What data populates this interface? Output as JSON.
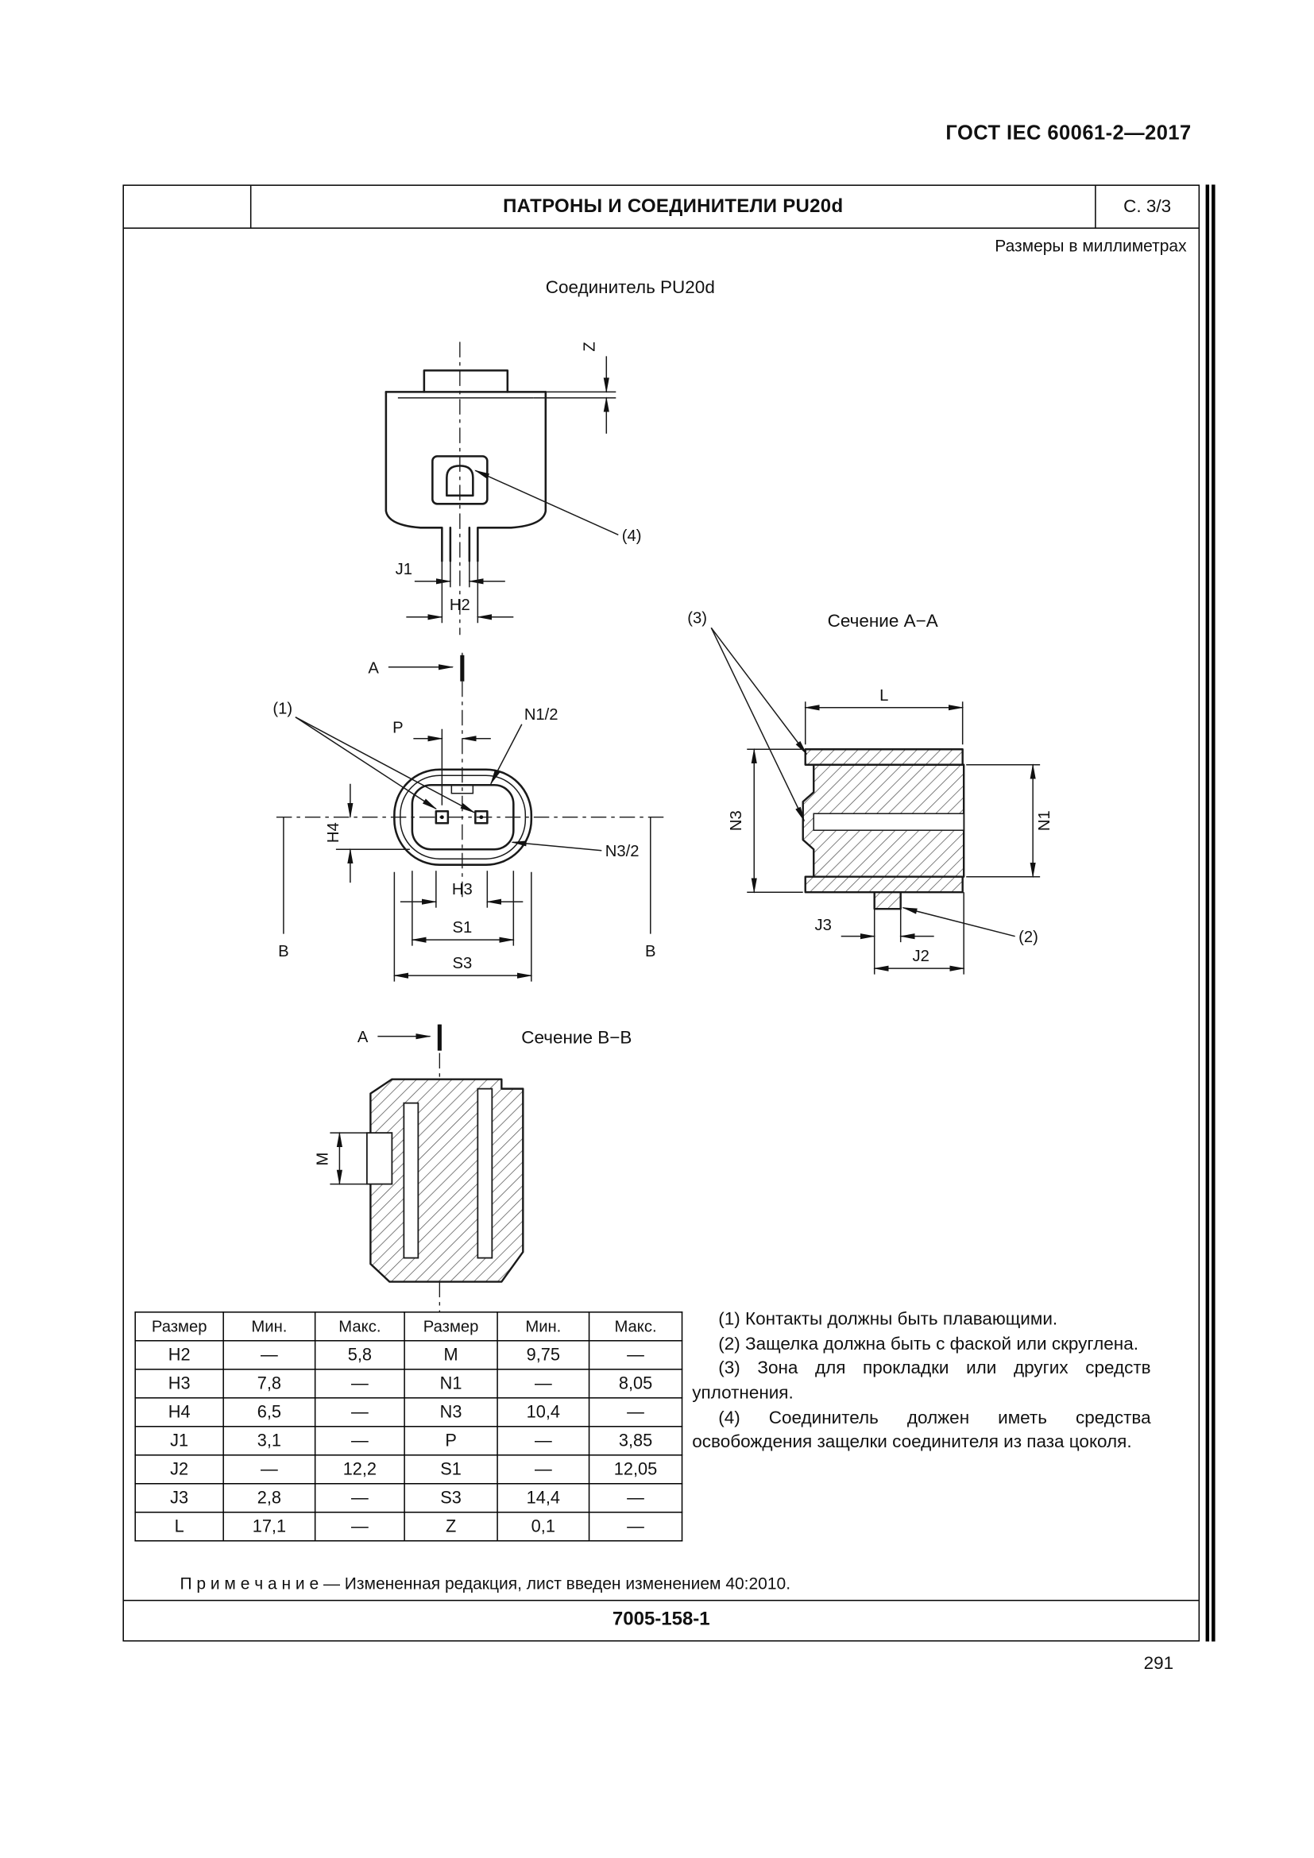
{
  "header": {
    "standard": "ГОСТ IEC 60061-2—2017"
  },
  "frame": {
    "title": "ПАТРОНЫ И СОЕДИНИТЕЛИ PU20d",
    "page_ref": "С. 3/3",
    "units": "Размеры в миллиметрах",
    "doc_code": "7005-158-1"
  },
  "captions": {
    "figure": "Соединитель PU20d",
    "section_aa": "Сечение А−А",
    "section_bb": "Сечение В−В"
  },
  "labels": {
    "A": "A",
    "B": "B",
    "Z": "Z",
    "J1": "J1",
    "H2": "H2",
    "P": "P",
    "N1_2": "N1/2",
    "N3_2": "N3/2",
    "H4": "H4",
    "H3": "H3",
    "S1": "S1",
    "S3": "S3",
    "L": "L",
    "N3": "N3",
    "N1": "N1",
    "J3": "J3",
    "J2": "J2",
    "M": "M",
    "c1": "(1)",
    "c2": "(2)",
    "c3": "(3)",
    "c4": "(4)"
  },
  "table": {
    "headers": [
      "Размер",
      "Мин.",
      "Макс.",
      "Размер",
      "Мин.",
      "Макс."
    ],
    "rows": [
      [
        "H2",
        "—",
        "5,8",
        "M",
        "9,75",
        "—"
      ],
      [
        "H3",
        "7,8",
        "—",
        "N1",
        "—",
        "8,05"
      ],
      [
        "H4",
        "6,5",
        "—",
        "N3",
        "10,4",
        "—"
      ],
      [
        "J1",
        "3,1",
        "—",
        "P",
        "—",
        "3,85"
      ],
      [
        "J2",
        "—",
        "12,2",
        "S1",
        "—",
        "12,05"
      ],
      [
        "J3",
        "2,8",
        "—",
        "S3",
        "14,4",
        "—"
      ],
      [
        "L",
        "17,1",
        "—",
        "Z",
        "0,1",
        "—"
      ]
    ]
  },
  "notes": [
    "(1) Контакты должны быть плавающими.",
    "(2) Защелка должна быть с фаской или скруглена.",
    "(3) Зона для прокладки или других средств уплотнения.",
    "(4) Соединитель должен иметь средства освобождения защелки соединителя из паза цоколя."
  ],
  "footnote": "П р и м е ч а н и е  —  Измененная редакция, лист введен изменением 40:2010.",
  "page_number": "291"
}
